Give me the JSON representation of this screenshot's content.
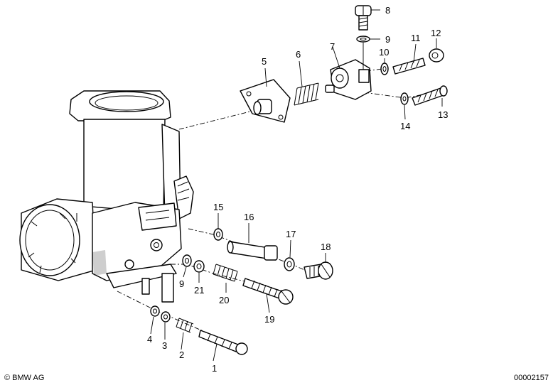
{
  "footer": {
    "copyright": "© BMW AG",
    "document_number": "00002157"
  },
  "callouts": {
    "c1": "1",
    "c2": "2",
    "c3": "3",
    "c4": "4",
    "c5": "5",
    "c6": "6",
    "c7": "7",
    "c8": "8",
    "c9a": "9",
    "c9b": "9",
    "c10": "10",
    "c11": "11",
    "c12": "12",
    "c13": "13",
    "c14": "14",
    "c15": "15",
    "c16": "16",
    "c17": "17",
    "c18": "18",
    "c19": "19",
    "c20": "20",
    "c21": "21"
  }
}
